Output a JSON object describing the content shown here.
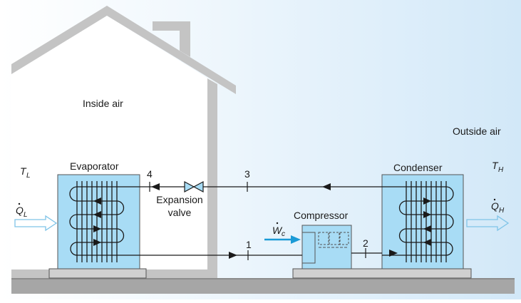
{
  "labels": {
    "inside_air": "Inside air",
    "outside_air": "Outside air",
    "evaporator": "Evaporator",
    "condenser": "Condenser",
    "compressor": "Compressor",
    "expansion_line1": "Expansion",
    "expansion_line2": "valve",
    "state_1": "1",
    "state_2": "2",
    "state_3": "3",
    "state_4": "4"
  },
  "symbols": {
    "tl_main": "T",
    "tl_sub": "L",
    "th_main": "T",
    "th_sub": "H",
    "ql_main": "Q",
    "ql_sub": "L",
    "qh_main": "Q",
    "qh_sub": "H",
    "wc_main": "W",
    "wc_sub": "c"
  },
  "colors": {
    "unit_fill": "#a8dcf5",
    "house_gray": "#c4c4c4",
    "ground_gray": "#a6a6a6",
    "work_arrow": "#1a9ad6",
    "line": "#1a1a1a",
    "sky": "#d9ecfa"
  }
}
